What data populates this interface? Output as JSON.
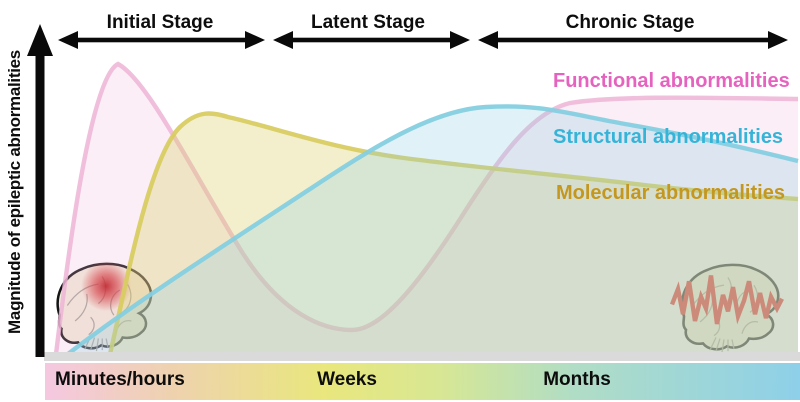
{
  "y_axis": {
    "label": "Magnitude of epileptic abnormalities"
  },
  "x_axis": {
    "labels": [
      "Minutes/hours",
      "Weeks",
      "Months"
    ],
    "bar_gradient": [
      "#f5c8e1",
      "#eed2ae",
      "#e9e77d",
      "#d8e793",
      "#b0ddc5",
      "#8ed0e9"
    ]
  },
  "stages": [
    {
      "label": "Initial Stage"
    },
    {
      "label": "Latent Stage"
    },
    {
      "label": "Chronic Stage"
    }
  ],
  "legend": [
    {
      "label": "Functional abnormalities",
      "color": "#e563bf"
    },
    {
      "label": "Structural abnormalities",
      "color": "#35b4d8"
    },
    {
      "label": "Molecular abnormalities",
      "color": "#c4971f"
    }
  ],
  "icons": {
    "left": "brain-with-seizure-focus",
    "right": "brain-with-epileptic-eeg-spikes"
  },
  "chart_data": {
    "type": "area",
    "title": "",
    "ylabel": "Magnitude of epileptic abnormalities",
    "x_categories": [
      "Minutes/hours",
      "Weeks",
      "Months"
    ],
    "legend_position": "right-inside",
    "grid": false,
    "axis_numeric_ticks": false,
    "stages": [
      {
        "label": "Initial Stage",
        "x_range": [
          0.02,
          0.29
        ]
      },
      {
        "label": "Latent Stage",
        "x_range": [
          0.3,
          0.56
        ]
      },
      {
        "label": "Chronic Stage",
        "x_range": [
          0.57,
          1.0
        ]
      }
    ],
    "series": [
      {
        "name": "Functional abnormalities",
        "line_color": "#edb4d6",
        "label_color": "#e563bf",
        "x": [
          0.01,
          0.05,
          0.1,
          0.17,
          0.26,
          0.41,
          0.5,
          0.57,
          0.66,
          0.8,
          1.0
        ],
        "magnitude": [
          0.0,
          0.55,
          0.99,
          0.7,
          0.3,
          0.08,
          0.35,
          0.7,
          0.86,
          0.87,
          0.87
        ]
      },
      {
        "name": "Structural abnormalities",
        "line_color": "#85cfe0",
        "label_color": "#35b4d8",
        "x": [
          0.03,
          0.13,
          0.24,
          0.35,
          0.47,
          0.59,
          0.7,
          0.85,
          1.0
        ],
        "magnitude": [
          0.0,
          0.17,
          0.35,
          0.56,
          0.74,
          0.84,
          0.8,
          0.71,
          0.65
        ]
      },
      {
        "name": "Molecular abnormalities",
        "line_color": "#d8cc62",
        "label_color": "#c4971f",
        "x": [
          0.09,
          0.14,
          0.23,
          0.34,
          0.47,
          0.62,
          0.79,
          1.0
        ],
        "magnitude": [
          0.0,
          0.45,
          0.81,
          0.72,
          0.67,
          0.62,
          0.57,
          0.53
        ]
      }
    ],
    "note": "Schematic curves; x and magnitude normalized 0-1 as read from the figure"
  }
}
